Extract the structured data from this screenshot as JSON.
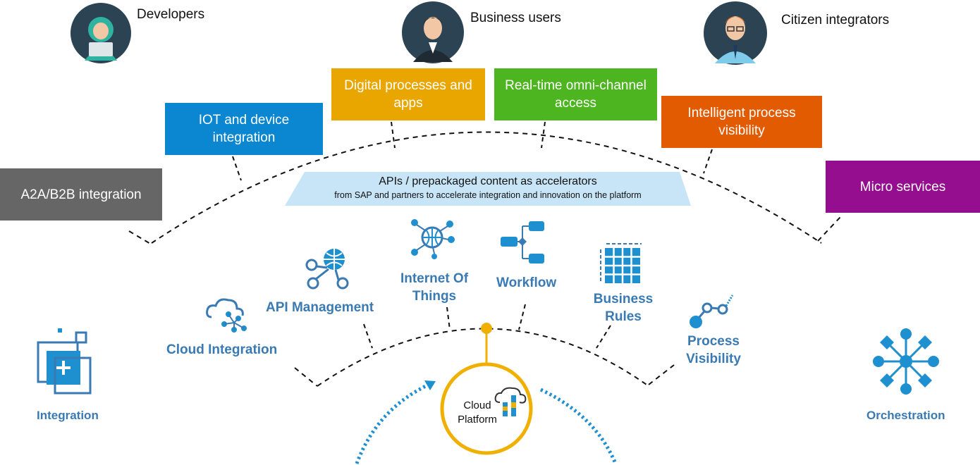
{
  "personas": [
    {
      "icon": "developer-avatar-icon",
      "label": "Developers"
    },
    {
      "icon": "business-user-avatar-icon",
      "label": "Business users"
    },
    {
      "icon": "citizen-integrator-avatar-icon",
      "label": "Citizen integrators"
    }
  ],
  "capability_boxes": [
    {
      "label": "A2A/B2B integration",
      "color": "#666666"
    },
    {
      "label": "IOT and device integration",
      "color": "#0b87d2"
    },
    {
      "label": "Digital processes and apps",
      "color": "#eaa600"
    },
    {
      "label": "Real-time omni-channel access",
      "color": "#4db51f"
    },
    {
      "label": "Intelligent process visibility",
      "color": "#e35b00"
    },
    {
      "label": "Micro services",
      "color": "#940e8f"
    }
  ],
  "banner": {
    "title": "APIs / prepackaged content as accelerators",
    "subtitle": "from SAP and partners to accelerate integration and innovation on the platform",
    "color": "#c7e5f6"
  },
  "services": [
    {
      "icon": "cloud-network-icon",
      "label": "Cloud Integration"
    },
    {
      "icon": "api-network-icon",
      "label": "API Management"
    },
    {
      "icon": "globe-network-icon",
      "label": "Internet Of Things"
    },
    {
      "icon": "workflow-tree-icon",
      "label": "Workflow"
    },
    {
      "icon": "grid-table-icon",
      "label": "Business Rules"
    },
    {
      "icon": "process-path-icon",
      "label": "Process Visibility"
    }
  ],
  "platform": {
    "label": "Cloud Platform",
    "ring_color": "#f0b000"
  },
  "pillars": [
    {
      "icon": "integration-plus-icon",
      "label": "Integration"
    },
    {
      "icon": "orchestration-hub-icon",
      "label": "Orchestration"
    }
  ],
  "accent_color": "#1e8fcf",
  "label_color": "#3a7ab3"
}
